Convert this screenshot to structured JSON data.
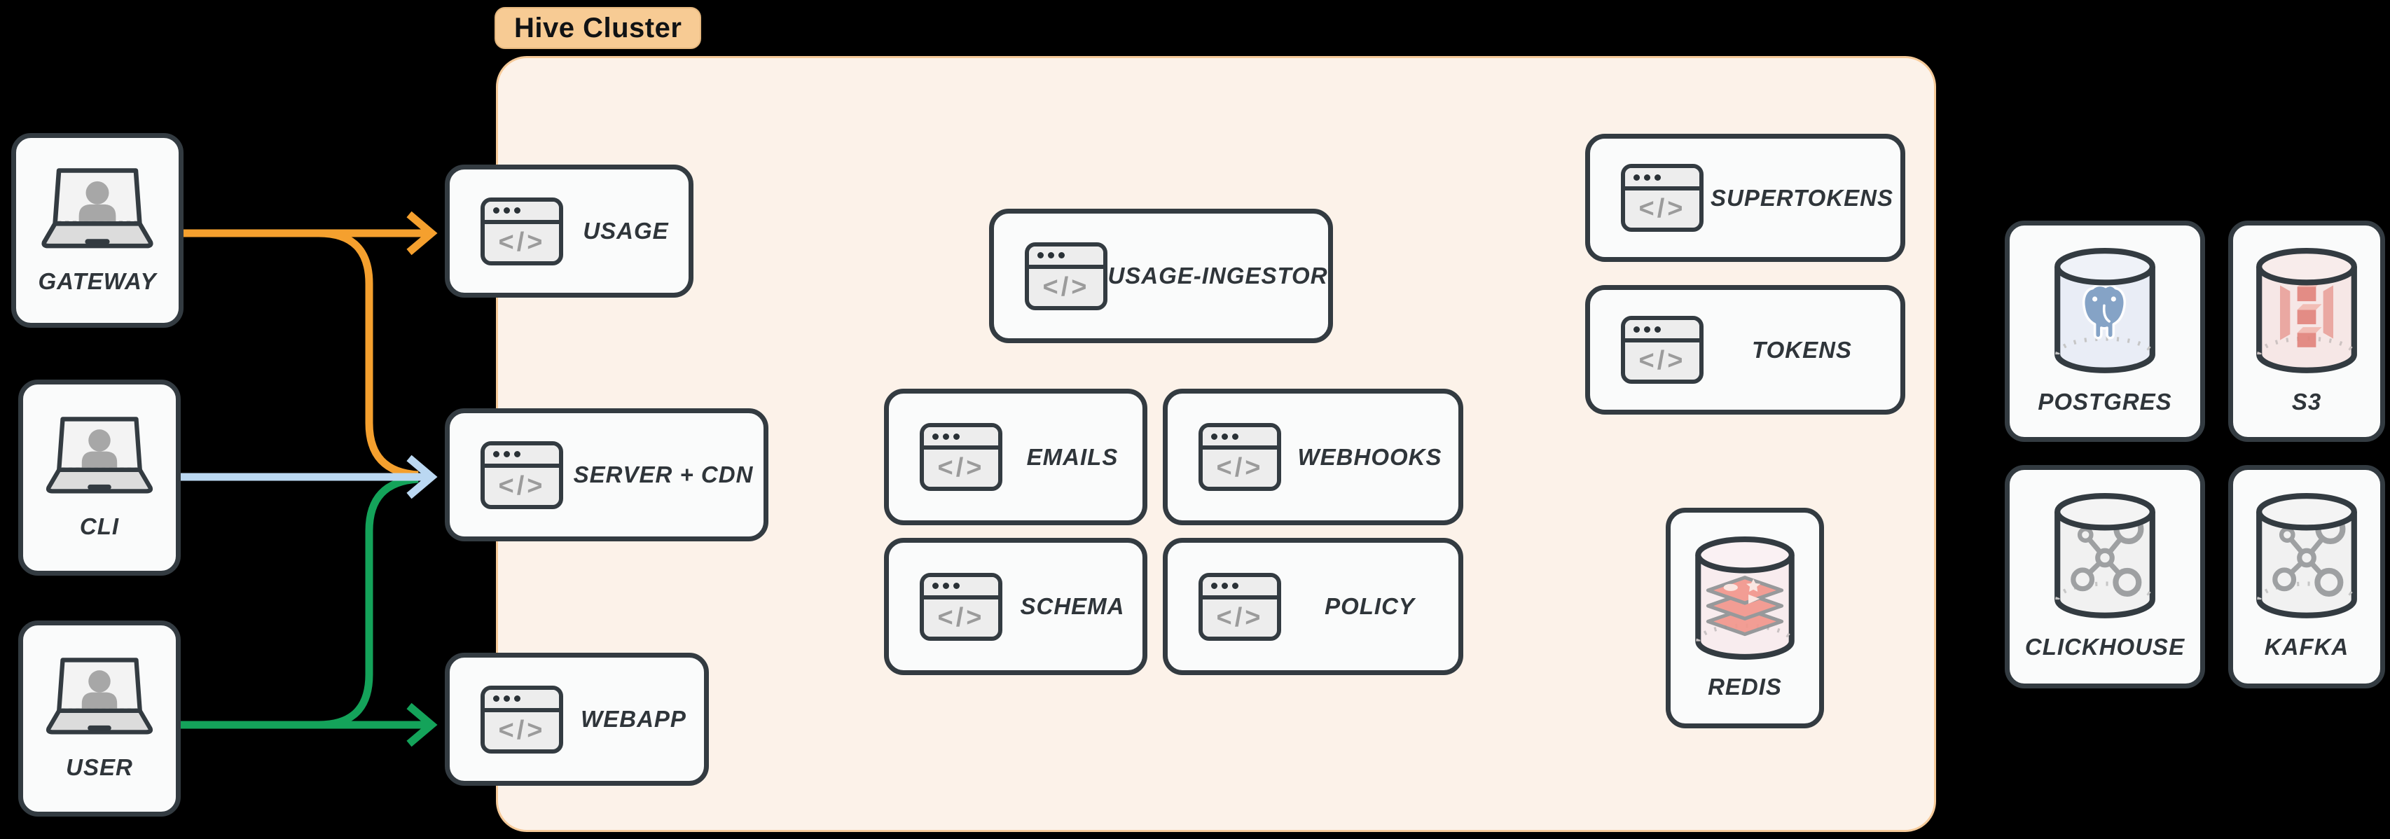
{
  "diagram": {
    "cluster_label": "Hive Cluster",
    "clients": [
      {
        "id": "gateway",
        "label": "GATEWAY",
        "icon": "laptop-user-icon"
      },
      {
        "id": "cli",
        "label": "CLI",
        "icon": "laptop-user-icon"
      },
      {
        "id": "user",
        "label": "USER",
        "icon": "laptop-user-icon"
      }
    ],
    "services": [
      {
        "id": "usage",
        "label": "USAGE",
        "icon": "code-window-icon"
      },
      {
        "id": "server-cdn",
        "label": "SERVER + CDN",
        "icon": "code-window-icon"
      },
      {
        "id": "webapp",
        "label": "WEBAPP",
        "icon": "code-window-icon"
      },
      {
        "id": "usage-ingestor",
        "label": "USAGE-INGESTOR",
        "icon": "code-window-icon"
      },
      {
        "id": "emails",
        "label": "EMAILS",
        "icon": "code-window-icon"
      },
      {
        "id": "webhooks",
        "label": "WEBHOOKS",
        "icon": "code-window-icon"
      },
      {
        "id": "schema",
        "label": "SCHEMA",
        "icon": "code-window-icon"
      },
      {
        "id": "policy",
        "label": "POLICY",
        "icon": "code-window-icon"
      },
      {
        "id": "supertokens",
        "label": "SUPERTOKENS",
        "icon": "code-window-icon"
      },
      {
        "id": "tokens",
        "label": "TOKENS",
        "icon": "code-window-icon"
      },
      {
        "id": "redis",
        "label": "REDIS",
        "icon": "redis-database-icon"
      }
    ],
    "datastores": [
      {
        "id": "postgres",
        "label": "POSTGRES",
        "icon": "postgres-database-icon"
      },
      {
        "id": "s3",
        "label": "S3",
        "icon": "s3-bucket-icon"
      },
      {
        "id": "clickhouse",
        "label": "CLICKHOUSE",
        "icon": "clickhouse-database-icon"
      },
      {
        "id": "kafka",
        "label": "KAFKA",
        "icon": "kafka-database-icon"
      }
    ],
    "edges": [
      {
        "from": "GATEWAY",
        "to": "USAGE",
        "color": "#F5A02E"
      },
      {
        "from": "GATEWAY",
        "to": "SERVER + CDN",
        "color": "#F5A02E"
      },
      {
        "from": "CLI",
        "to": "SERVER + CDN",
        "color": "#BBD8F2"
      },
      {
        "from": "USER",
        "to": "WEBAPP",
        "color": "#14A35A"
      },
      {
        "from": "USER",
        "to": "SERVER + CDN",
        "color": "#14A35A"
      }
    ],
    "icons": {
      "code_glyph": "</>"
    },
    "colors": {
      "background": "#000000",
      "cluster_fill": "#FCF2E9",
      "cluster_border": "#F6CA99",
      "cluster_label_bg": "#F7CB94",
      "node_fill": "#FAFBFB",
      "node_border": "#333B41",
      "edge_orange": "#F5A02E",
      "edge_blue": "#BBD8F2",
      "edge_green": "#14A35A"
    }
  }
}
